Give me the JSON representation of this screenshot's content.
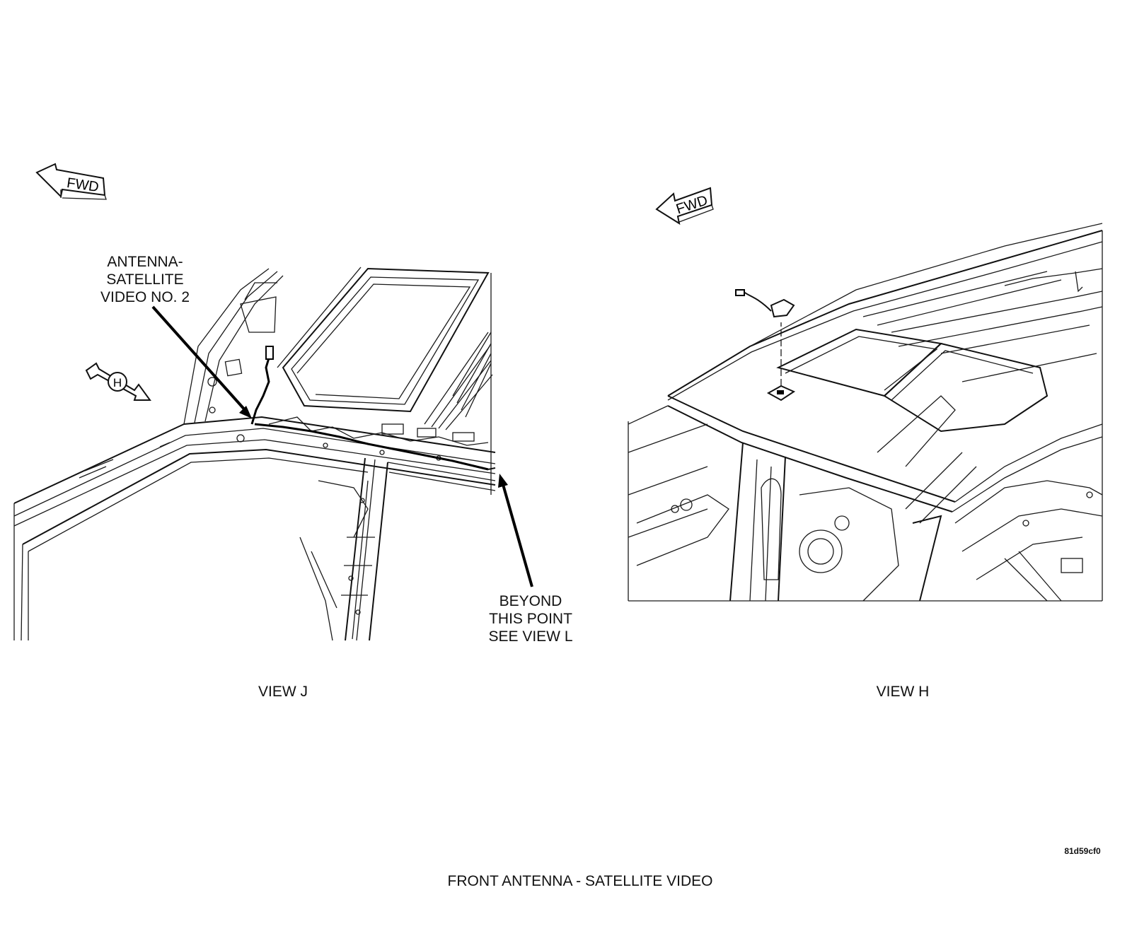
{
  "view_j": {
    "fwd_label": "FWD",
    "view_ref": "H",
    "callout_antenna": [
      "ANTENNA-",
      "SATELLITE",
      "VIDEO NO. 2"
    ],
    "callout_beyond": [
      "BEYOND",
      "THIS POINT",
      "SEE VIEW L"
    ],
    "caption": "VIEW J"
  },
  "view_h": {
    "fwd_label": "FWD",
    "caption": "VIEW H"
  },
  "figure_id": "81d59cf0",
  "title": "FRONT ANTENNA - SATELLITE VIDEO"
}
